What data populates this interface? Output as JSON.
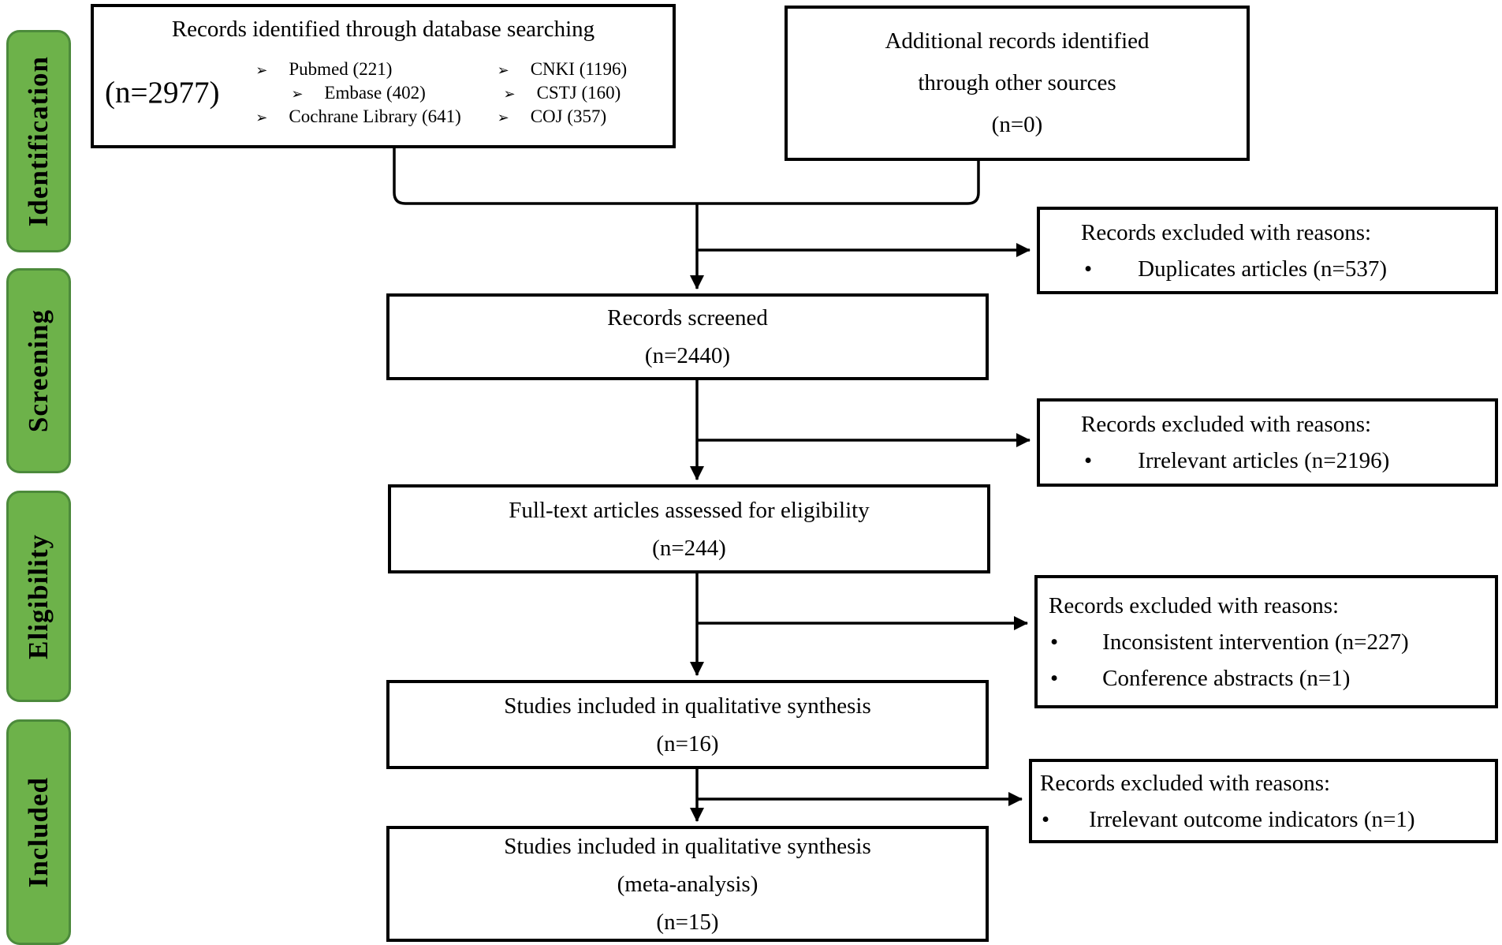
{
  "colors": {
    "stage_fill": "#6DB24A",
    "stage_border": "#4C8A3B",
    "line_color": "#000000",
    "box_background": "#FFFFFF"
  },
  "icons": {
    "arrow_bullet": "➢",
    "dot_bullet": "•"
  },
  "stages": [
    "Identification",
    "Screening",
    "Eligibility",
    "Included"
  ],
  "boxes": {
    "identified": {
      "title": "Records identified through database searching",
      "total": "(n=2977)",
      "sources_left": [
        "Pubmed (221)",
        "Embase (402)",
        "Cochrane Library (641)"
      ],
      "sources_right": [
        "CNKI (1196)",
        "CSTJ (160)",
        "COJ (357)"
      ]
    },
    "other": {
      "line1": "Additional records identified",
      "line2": "through other sources",
      "count": "(n=0)"
    },
    "screened": {
      "text": "Records screened",
      "count": "(n=2440)"
    },
    "fulltext": {
      "text": "Full-text articles assessed for eligibility",
      "count": "(n=244)"
    },
    "qualitative": {
      "text": "Studies included in qualitative synthesis",
      "count": "(n=16)"
    },
    "meta": {
      "text": "Studies included in qualitative synthesis",
      "subtext": "(meta-analysis)",
      "count": "(n=15)"
    }
  },
  "exclusions": [
    {
      "title": "Records excluded with reasons:",
      "reasons": [
        "Duplicates articles (n=537)"
      ]
    },
    {
      "title": "Records excluded with reasons:",
      "reasons": [
        "Irrelevant articles (n=2196)"
      ]
    },
    {
      "title": "Records excluded with reasons:",
      "reasons": [
        "Inconsistent intervention (n=227)",
        "Conference abstracts (n=1)"
      ]
    },
    {
      "title": "Records excluded with reasons:",
      "reasons": [
        "Irrelevant outcome indicators (n=1)"
      ]
    }
  ]
}
